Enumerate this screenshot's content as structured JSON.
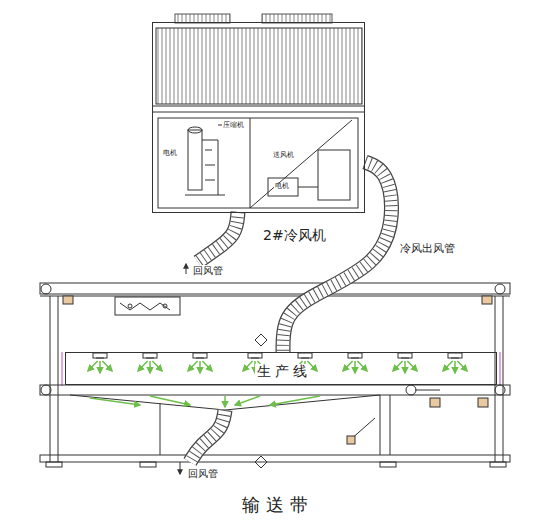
{
  "diagram": {
    "caption": "输 送 带",
    "nodes": [
      {
        "text": [
          "2#冷风机"
        ]
      },
      {
        "text": [
          "生 产 线"
        ]
      }
    ],
    "edges": [
      {
        "from": 0,
        "to": 1,
        "arrow": "none"
      }
    ],
    "labels": [
      "压缩机",
      "电机",
      "送风机",
      "电机",
      "回风管",
      "冷风出风管",
      "回风管"
    ]
  }
}
